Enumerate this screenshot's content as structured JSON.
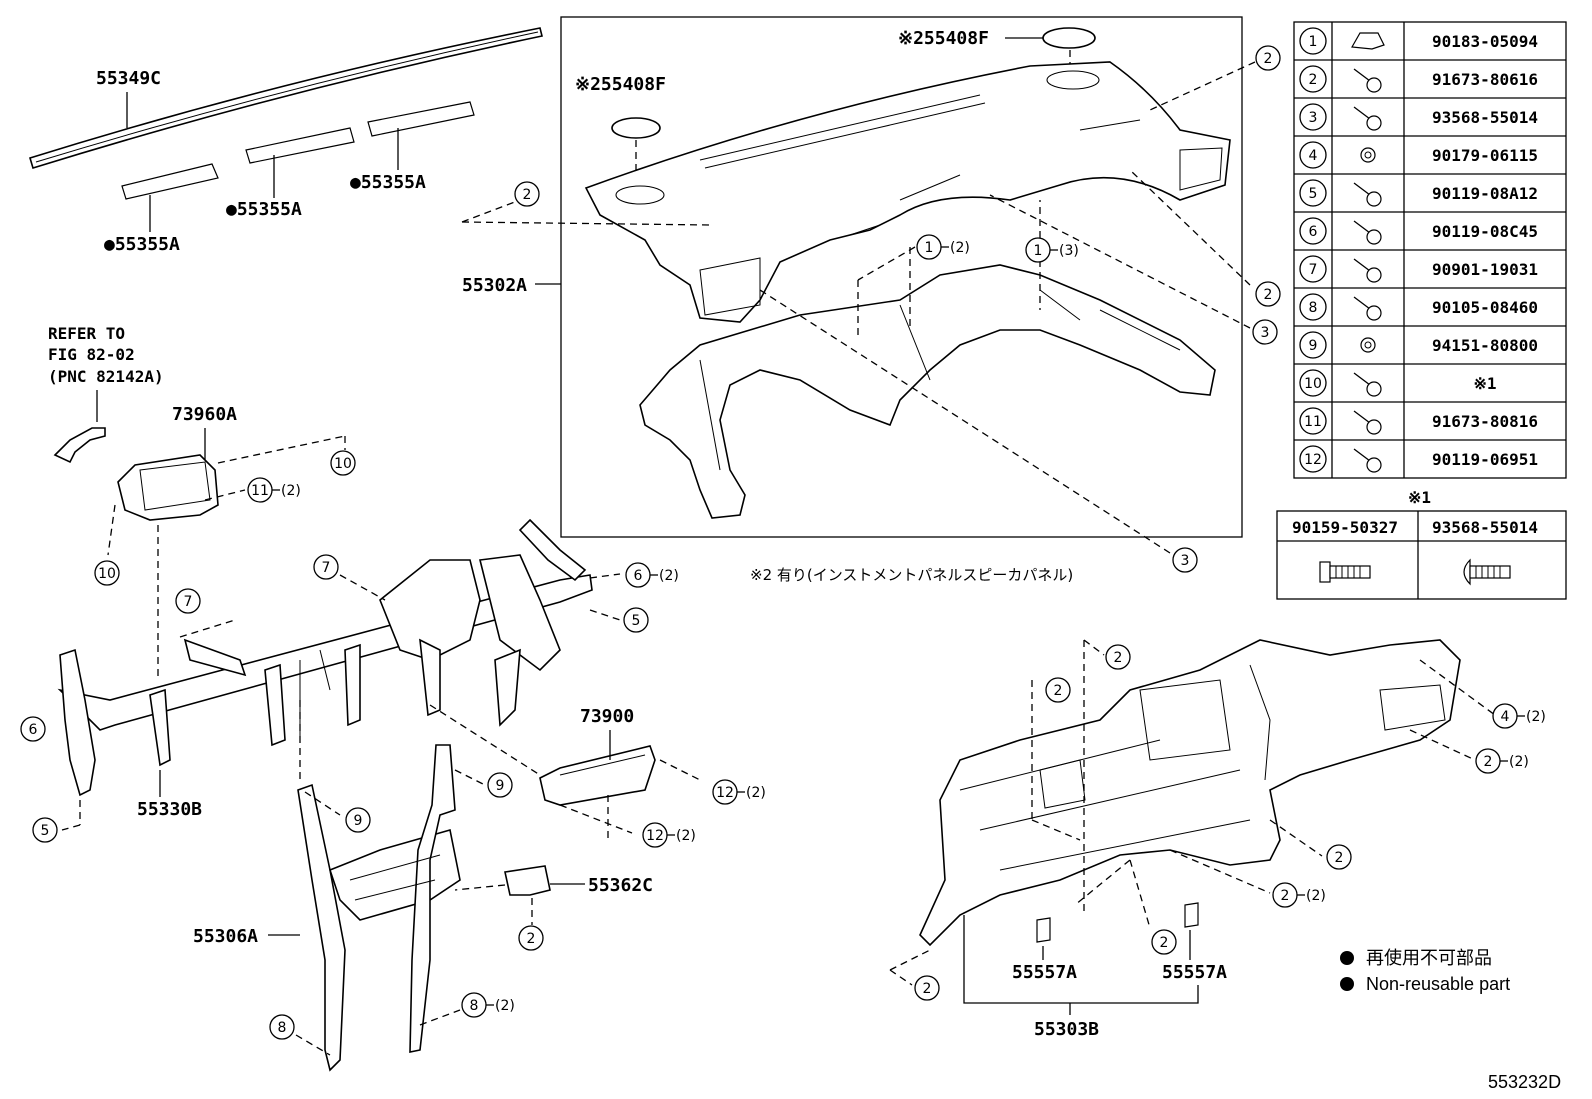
{
  "figure_code": "553232D",
  "part_labels": {
    "p55349C": "55349C",
    "p55355A_1": "●55355A",
    "p55355A_2": "●55355A",
    "p55355A_3": "●55355A",
    "p55408F_top": "※255408F",
    "p55408F_left": "※255408F",
    "p55302A": "55302A",
    "refer1": "REFER TO",
    "refer2": "FIG 82-02",
    "refer3": "(PNC 82142A)",
    "p73960A": "73960A",
    "p55330B": "55330B",
    "p73900": "73900",
    "p55362C": "55362C",
    "p55306A": "55306A",
    "p55557A_1": "55557A",
    "p55557A_2": "55557A",
    "p55303B": "55303B"
  },
  "qty": {
    "q2": "(2)",
    "q3": "(3)"
  },
  "note2": "※2 有り(インストメントパネルスピーカパネル)",
  "fastener_table": {
    "rows": [
      {
        "num": "1",
        "part": "90183-05094"
      },
      {
        "num": "2",
        "part": "91673-80616"
      },
      {
        "num": "3",
        "part": "93568-55014"
      },
      {
        "num": "4",
        "part": "90179-06115"
      },
      {
        "num": "5",
        "part": "90119-08A12"
      },
      {
        "num": "6",
        "part": "90119-08C45"
      },
      {
        "num": "7",
        "part": "90901-19031"
      },
      {
        "num": "8",
        "part": "90105-08460"
      },
      {
        "num": "9",
        "part": "94151-80800"
      },
      {
        "num": "10",
        "part": "※1"
      },
      {
        "num": "11",
        "part": "91673-80816"
      },
      {
        "num": "12",
        "part": "90119-06951"
      }
    ]
  },
  "note1_table": {
    "title": "※1",
    "col1": "90159-50327",
    "col2": "93568-55014"
  },
  "legend": {
    "jp": "再使用不可部品",
    "en": "Non-reusable part"
  }
}
